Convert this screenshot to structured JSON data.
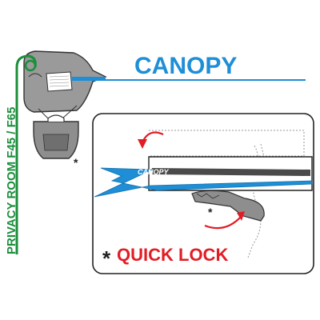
{
  "labels": {
    "canopy": "CANOPY",
    "canopy_small": "CANOPY",
    "privacy_room": "PRIVACY ROOM F45 / F65",
    "asterisk": "*",
    "quick_lock": "QUICK LOCK"
  },
  "colors": {
    "canopy_blue": "#1e8fd6",
    "green": "#1a8f3a",
    "red": "#e21c24",
    "gray": "#9a9a9a",
    "dark": "#222222"
  }
}
